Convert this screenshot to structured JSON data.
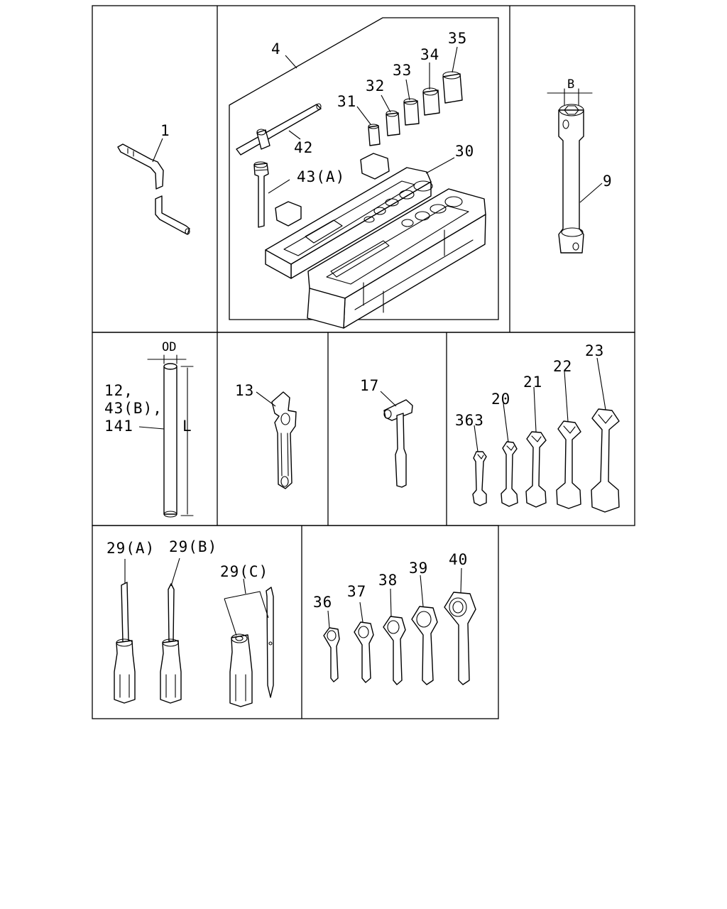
{
  "panels": {
    "p1": {
      "labels": {
        "l1": "1"
      }
    },
    "p2": {
      "labels": {
        "l4": "4",
        "l30": "30",
        "l31": "31",
        "l32": "32",
        "l33": "33",
        "l34": "34",
        "l35": "35",
        "l42": "42",
        "l43a": "43(A)"
      }
    },
    "p3": {
      "labels": {
        "l9": "9",
        "dimB": "B"
      }
    },
    "p4": {
      "labels": {
        "l12": "12,",
        "l43b": "43(B),",
        "l141": "141",
        "dimOD": "OD",
        "dimL": "L"
      }
    },
    "p5": {
      "labels": {
        "l13": "13"
      }
    },
    "p6": {
      "labels": {
        "l17": "17"
      }
    },
    "p7": {
      "labels": {
        "l363": "363",
        "l20": "20",
        "l21": "21",
        "l22": "22",
        "l23": "23"
      }
    },
    "p8": {
      "labels": {
        "l29a": "29(A)",
        "l29b": "29(B)",
        "l29c": "29(C)"
      }
    },
    "p9": {
      "labels": {
        "l36": "36",
        "l37": "37",
        "l38": "38",
        "l39": "39",
        "l40": "40"
      }
    }
  }
}
